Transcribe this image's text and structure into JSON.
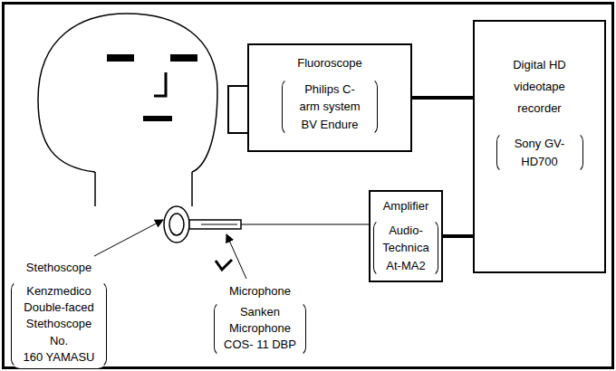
{
  "diagram": {
    "nodes": [
      {
        "text": [
          "Fluoroscope",
          "Philips C-arm system BV Endure"
        ]
      },
      {
        "text": [
          "Digital HD videotape recorder",
          "Sony GV-HD700"
        ]
      },
      {
        "text": [
          "Amplifier",
          "Audio-Technica At-MA2"
        ]
      }
    ],
    "edges": [
      {
        "from": 0,
        "to": 1,
        "arrow": "none"
      },
      {
        "from": 2,
        "to": 1,
        "arrow": "none"
      }
    ],
    "labels": [
      "Stethoscope",
      "Kenzmedico Double-faced Stethoscope No. 160 YAMASU",
      "Microphone",
      "Sanken Microphone COS- 11 DBP"
    ]
  }
}
